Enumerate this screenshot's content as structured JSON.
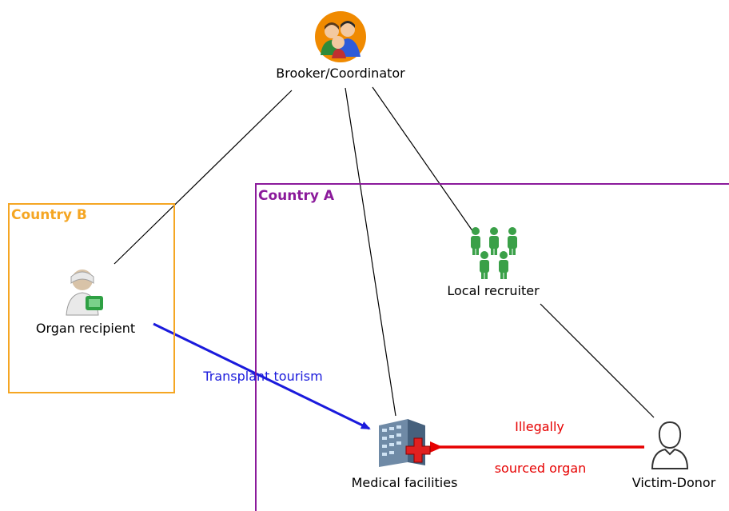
{
  "regions": {
    "country_b": "Country B",
    "country_a": "Country A"
  },
  "nodes": {
    "broker": "Brooker/Coordinator",
    "recipient": "Organ recipient",
    "recruiter": "Local recruiter",
    "medical": "Medical facilities",
    "donor": "Victim-Donor"
  },
  "edges": {
    "transplant_tourism": "Transplant tourism",
    "illegal_line1": "Illegally",
    "illegal_line2": "sourced organ"
  },
  "colors": {
    "country_b": "#f5a623",
    "country_a": "#8b1a9b",
    "tourism_arrow": "#1a1adc",
    "organ_arrow": "#e60000"
  },
  "icons": {
    "broker": "people-group-icon",
    "recipient": "patient-icon",
    "recruiter": "recruiter-group-icon",
    "medical": "hospital-icon",
    "donor": "person-outline-icon"
  }
}
